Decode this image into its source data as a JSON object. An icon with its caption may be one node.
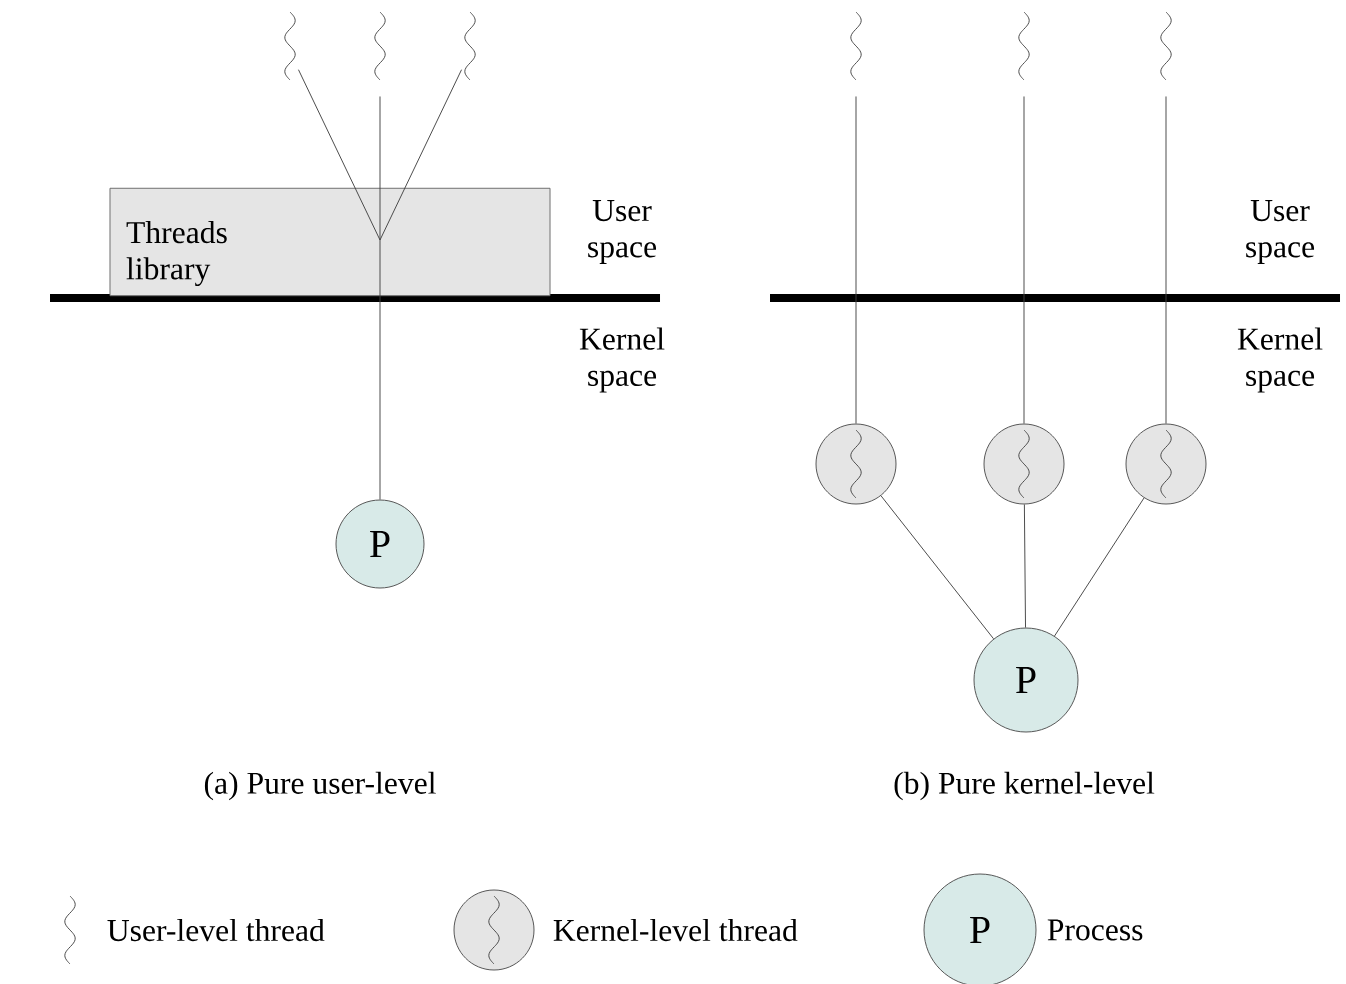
{
  "diagram": {
    "nodes": [
      {
        "text": [],
        "shape": "squiggle"
      },
      {
        "text": [],
        "shape": "squiggle"
      },
      {
        "text": [],
        "shape": "squiggle"
      },
      {
        "text": [
          "Threads library"
        ]
      },
      {
        "text": [
          "P"
        ]
      },
      {
        "text": [],
        "shape": "squiggle"
      },
      {
        "text": [],
        "shape": "squiggle"
      },
      {
        "text": [],
        "shape": "squiggle"
      },
      {
        "text": [],
        "shape": "circle"
      },
      {
        "text": [],
        "shape": "circle"
      },
      {
        "text": [],
        "shape": "circle"
      },
      {
        "text": [
          "P"
        ]
      }
    ],
    "edges": [
      {
        "from": 0,
        "to": 3,
        "arrow": "none"
      },
      {
        "from": 1,
        "to": 3,
        "arrow": "none"
      },
      {
        "from": 2,
        "to": 3,
        "arrow": "none"
      },
      {
        "from": 3,
        "to": 4,
        "arrow": "none"
      },
      {
        "from": 5,
        "to": 8,
        "arrow": "none"
      },
      {
        "from": 6,
        "to": 9,
        "arrow": "none"
      },
      {
        "from": 7,
        "to": 10,
        "arrow": "none"
      },
      {
        "from": 8,
        "to": 11,
        "arrow": "none"
      },
      {
        "from": 9,
        "to": 11,
        "arrow": "none"
      },
      {
        "from": 10,
        "to": 11,
        "arrow": "none"
      }
    ],
    "labels": [
      "User space",
      "Kernel space",
      "User space",
      "Kernel space",
      "(a) Pure user-level",
      "(b) Pure kernel-level",
      "P"
    ],
    "legend": [
      {
        "text": "User-level thread"
      },
      {
        "text": "Kernel-level thread"
      },
      {
        "text": "Process"
      }
    ]
  }
}
